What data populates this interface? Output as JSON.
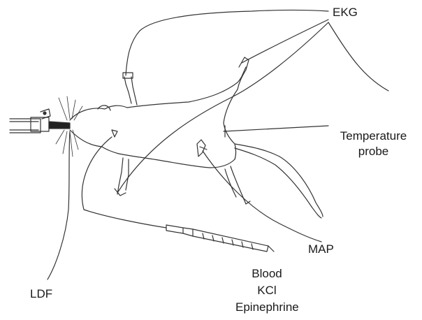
{
  "labels": {
    "ekg": "EKG",
    "temperature_probe": [
      "Temperature",
      "probe"
    ],
    "map": "MAP",
    "infusion": [
      "Blood",
      "KCl",
      "Epinephrine"
    ],
    "ldf": "LDF"
  },
  "colors": {
    "ink": "#333333",
    "label": "#1a1a1a",
    "background": "#ffffff"
  }
}
